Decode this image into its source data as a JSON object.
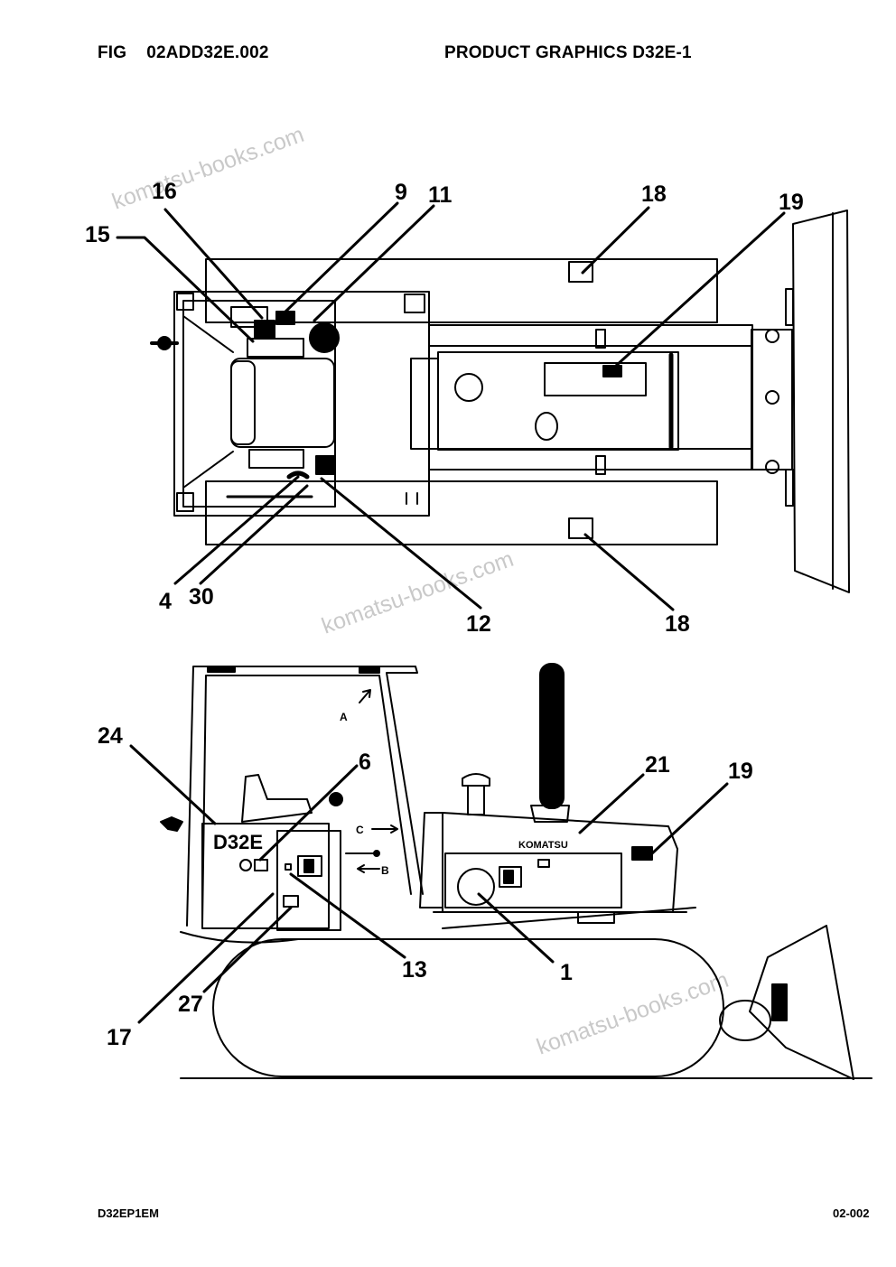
{
  "header": {
    "fig_label": "FIG",
    "fig_code": "02ADD32E.002",
    "title": "PRODUCT GRAPHICS D32E-1"
  },
  "footer": {
    "left": "D32EP1EM",
    "right": "02-002"
  },
  "watermark": "komatsu-books.com",
  "top_view": {
    "callouts": [
      "16",
      "9",
      "11",
      "18",
      "19",
      "15",
      "4",
      "30",
      "12",
      "18"
    ]
  },
  "side_view": {
    "callouts": [
      "24",
      "6",
      "21",
      "19",
      "13",
      "1",
      "27",
      "17"
    ],
    "view_letters": [
      "A",
      "B",
      "C"
    ],
    "model_badge": "D32E",
    "brand": "KOMATSU"
  }
}
